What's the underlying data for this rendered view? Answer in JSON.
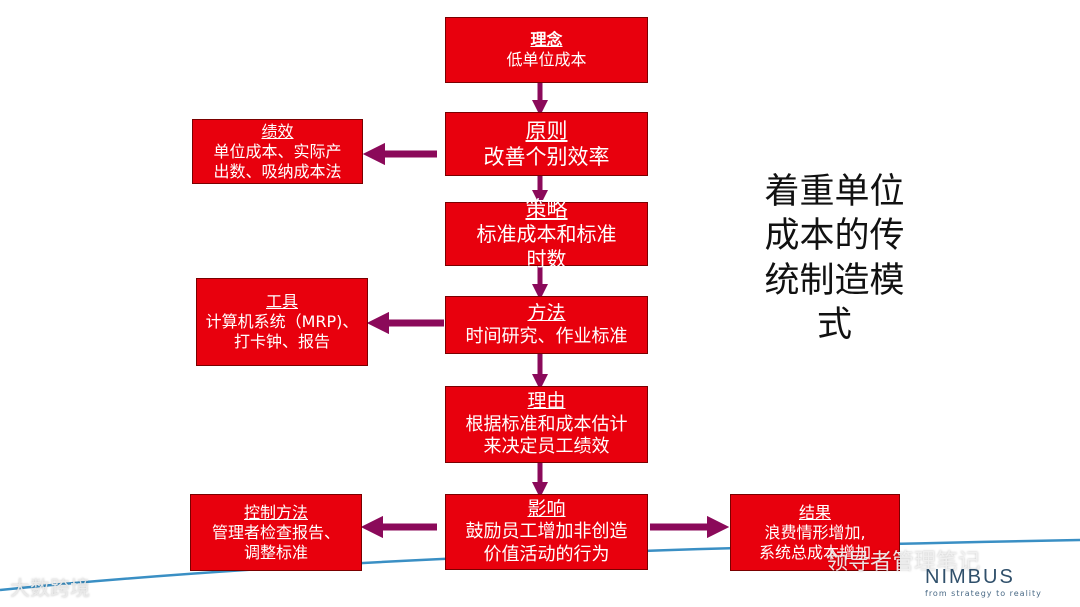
{
  "boxes": {
    "idea": {
      "title": "理念",
      "body": "低单位成本"
    },
    "principle": {
      "title": "原则",
      "body": "改善个别效率"
    },
    "strategy": {
      "title": "策略",
      "body": "标准成本和标准\n时数"
    },
    "method": {
      "title": "方法",
      "body": "时间研究、作业标准"
    },
    "reason": {
      "title": "理由",
      "body": "根据标准和成本估计\n来决定员工绩效"
    },
    "impact": {
      "title": "影响",
      "body": "鼓励员工增加非创造\n价值活动的行为"
    },
    "performance": {
      "title": "绩效",
      "body": "单位成本、实际产\n出数、吸纳成本法"
    },
    "tools": {
      "title": "工具",
      "body": "计算机系统（MRP)、\n打卡钟、报告"
    },
    "control": {
      "title": "控制方法",
      "body": "管理者检查报告、\n调整标准"
    },
    "result": {
      "title": "结果",
      "body": "浪费情形增加,\n系统总成本增加"
    }
  },
  "heading": "着重单位\n成本的传\n统制造模\n式",
  "brand": {
    "name": "NIMBUS",
    "tagline": "from strategy to reality"
  },
  "watermarks": {
    "left": "大数跨境",
    "right": "领导者管理笔记"
  },
  "colors": {
    "box_fill": "#e8000d",
    "arrow": "#8b0a5a",
    "swoosh": "#3a8fc4"
  }
}
